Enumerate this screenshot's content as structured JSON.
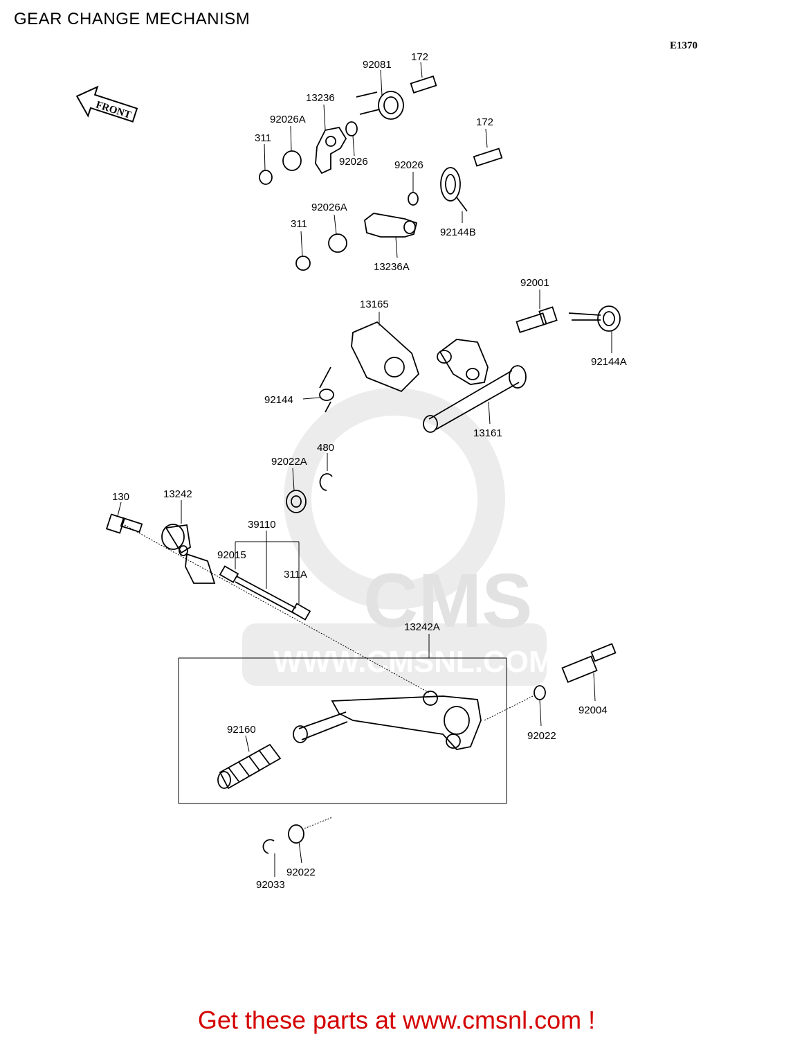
{
  "page": {
    "title": "GEAR CHANGE MECHANISM",
    "diagram_id": "E1370",
    "front_label": "FRONT",
    "footer": "Get these parts at www.cmsnl.com !",
    "watermark_text": "CMS",
    "watermark_url": "WWW.CMSNL.COM"
  },
  "parts": [
    {
      "ref": "92081"
    },
    {
      "ref": "172"
    },
    {
      "ref": "13236"
    },
    {
      "ref": "92026A"
    },
    {
      "ref": "311"
    },
    {
      "ref": "92026"
    },
    {
      "ref": "172"
    },
    {
      "ref": "92026"
    },
    {
      "ref": "92144B"
    },
    {
      "ref": "92026A"
    },
    {
      "ref": "311"
    },
    {
      "ref": "13236A"
    },
    {
      "ref": "92001"
    },
    {
      "ref": "13165"
    },
    {
      "ref": "92144A"
    },
    {
      "ref": "92144"
    },
    {
      "ref": "13161"
    },
    {
      "ref": "480"
    },
    {
      "ref": "92022A"
    },
    {
      "ref": "130"
    },
    {
      "ref": "13242"
    },
    {
      "ref": "39110"
    },
    {
      "ref": "92015"
    },
    {
      "ref": "311A"
    },
    {
      "ref": "13242A"
    },
    {
      "ref": "92004"
    },
    {
      "ref": "92160"
    },
    {
      "ref": "92022"
    },
    {
      "ref": "92022"
    },
    {
      "ref": "92033"
    }
  ],
  "colors": {
    "footer": "#d40000",
    "line": "#000000",
    "watermark": "#e6e6e6"
  }
}
